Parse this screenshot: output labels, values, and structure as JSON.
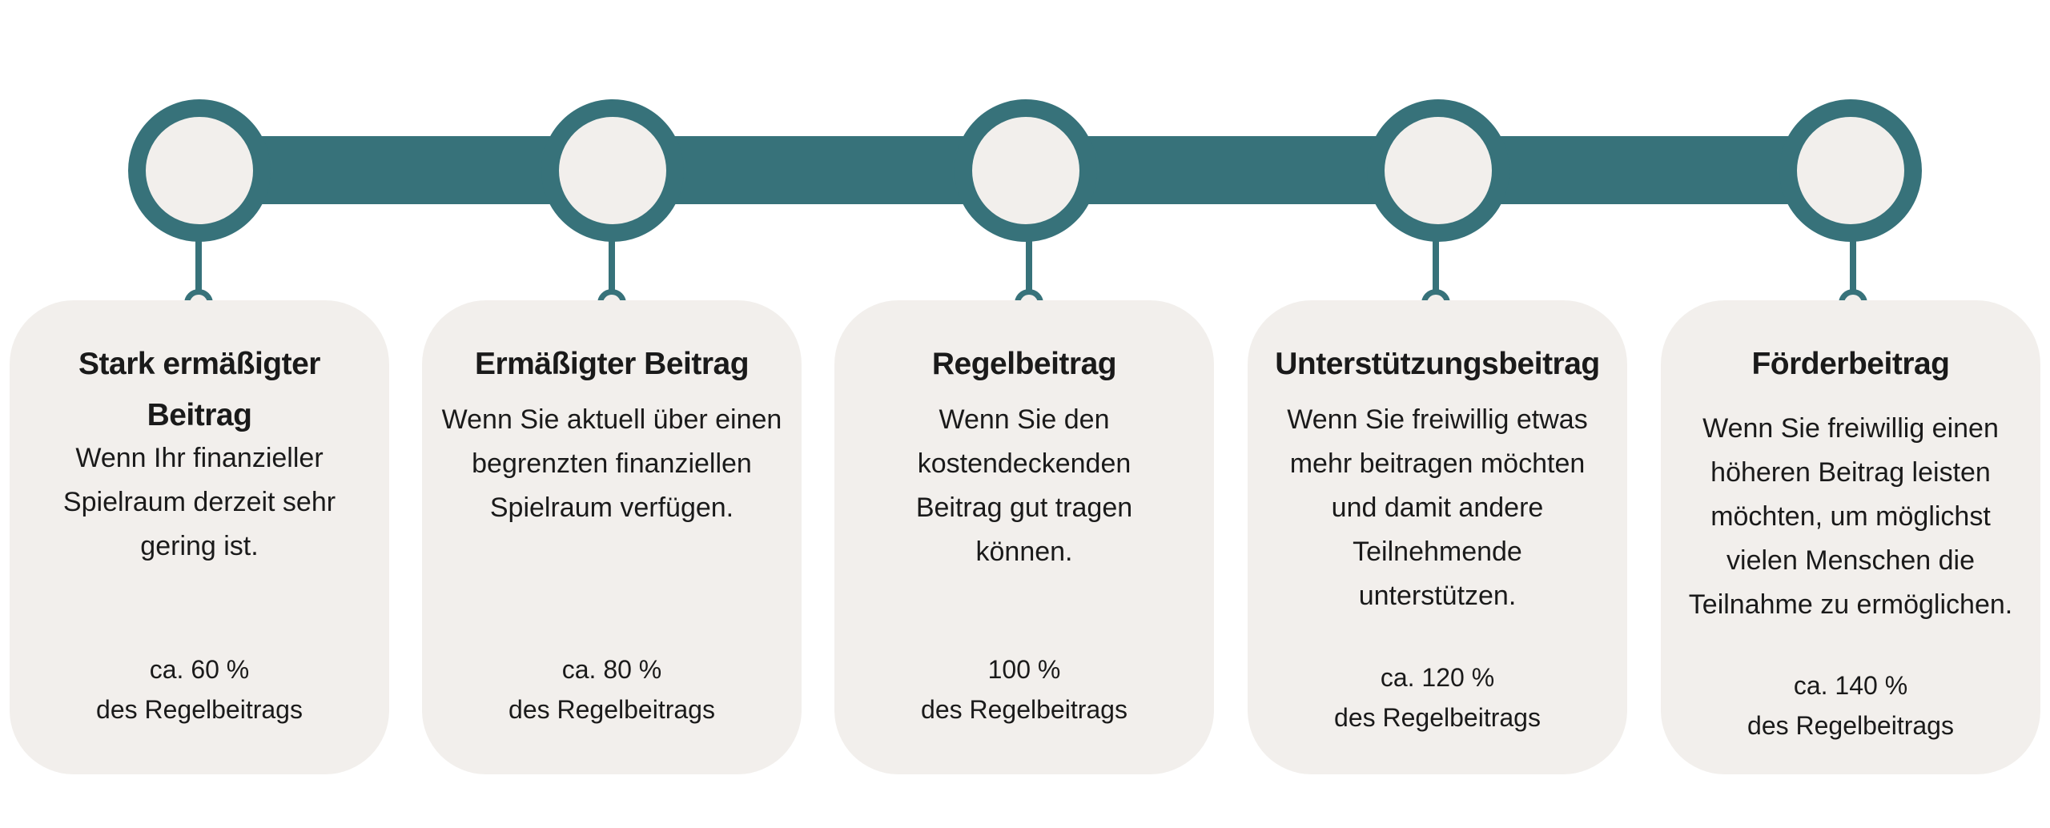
{
  "colors": {
    "accent": "#37727a",
    "card_background": "#f2efec",
    "text": "#1a1a1a"
  },
  "steps": [
    {
      "title": "Stark ermäßigter Beitrag",
      "description": "Wenn Ihr finanzieller Spielraum derzeit sehr gering ist.",
      "percent": "ca. 60 %",
      "percent_caption": "des Regelbeitrags"
    },
    {
      "title": "Ermäßigter Beitrag",
      "description": "Wenn Sie aktuell über einen begrenzten finanziellen Spielraum verfügen.",
      "percent": "ca. 80 %",
      "percent_caption": "des Regelbeitrags"
    },
    {
      "title": "Regelbeitrag",
      "description": "Wenn Sie den kostendeckenden Beitrag gut tragen können.",
      "percent": "100 %",
      "percent_caption": "des Regelbeitrags"
    },
    {
      "title": "Unterstützungsbeitrag",
      "description": "Wenn Sie freiwillig etwas mehr beitragen möchten und damit andere Teilnehmende unterstützen.",
      "percent": "ca. 120 %",
      "percent_caption": "des Regelbeitrags"
    },
    {
      "title": "Förderbeitrag",
      "description": "Wenn Sie freiwillig einen höheren Beitrag leisten möchten, um möglichst vielen Menschen die Teilnahme zu ermöglichen.",
      "percent": "ca. 140 %",
      "percent_caption": "des Regelbeitrags"
    }
  ]
}
